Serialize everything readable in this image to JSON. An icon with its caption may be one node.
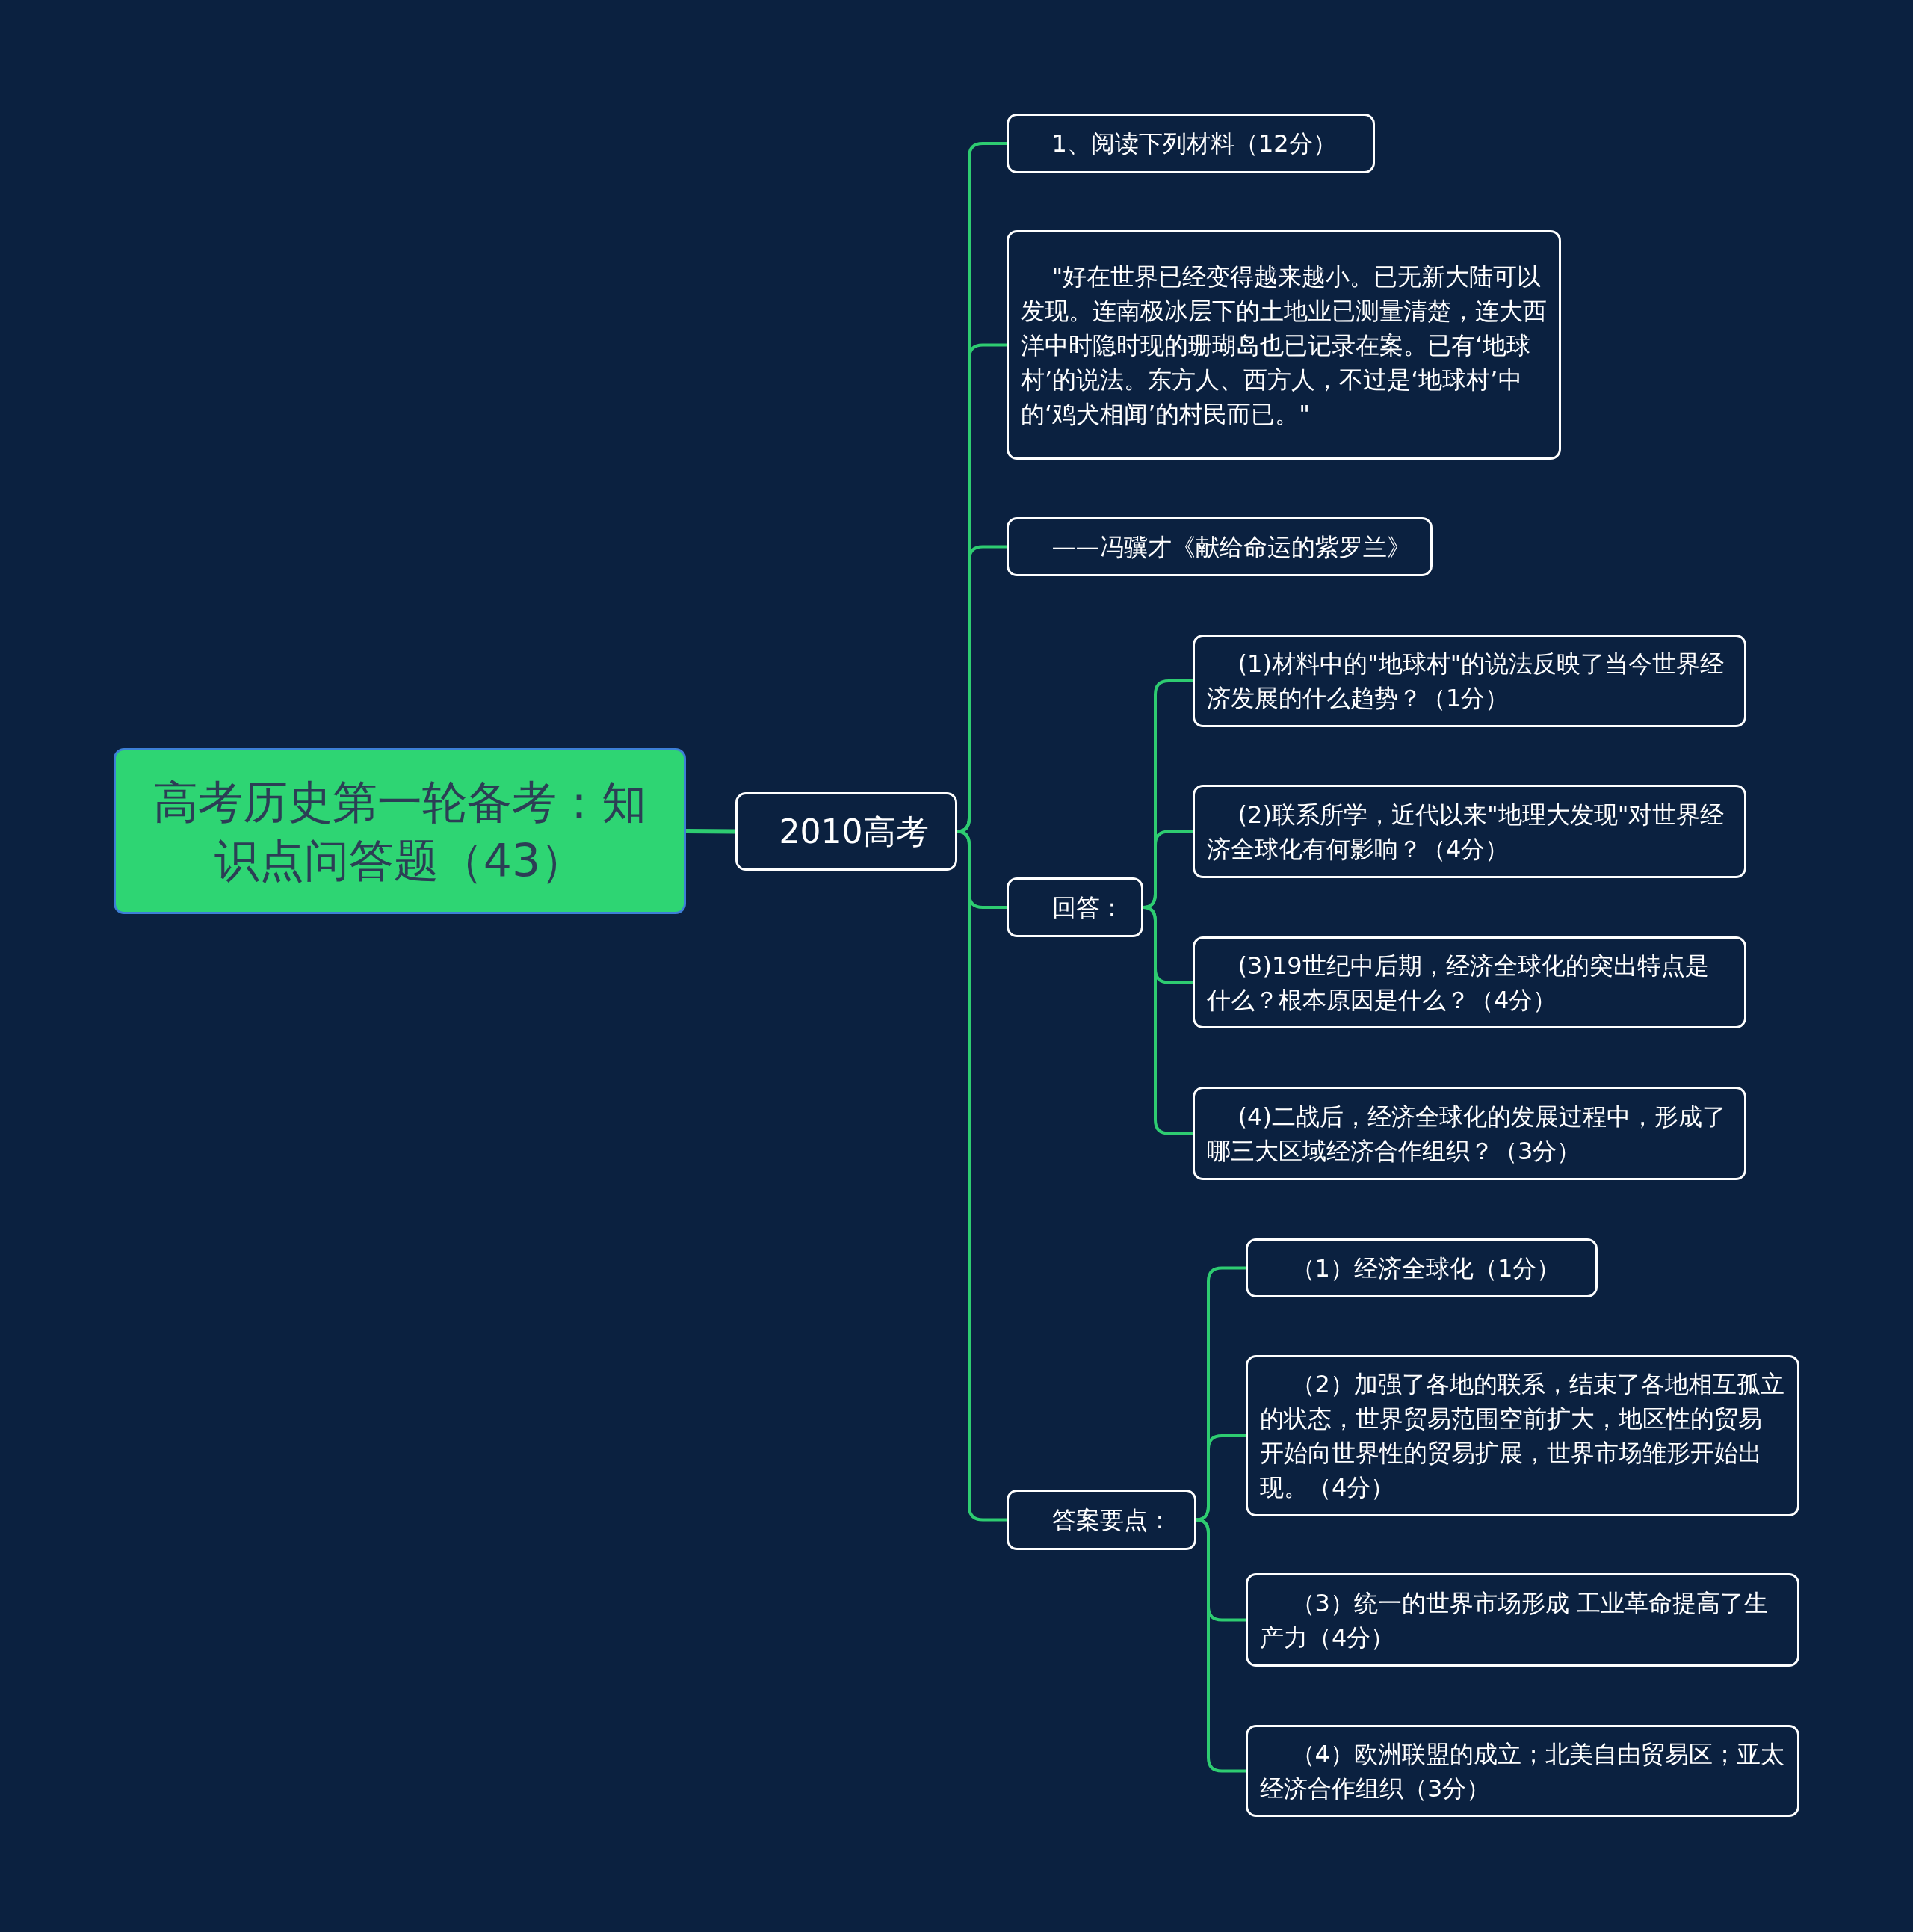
{
  "diagram": {
    "nodes": [
      {
        "text": [
          "高考历史第一轮备考：知识点问答题（43）"
        ]
      },
      {
        "text": [
          "2010高考"
        ]
      },
      {
        "text": [
          "1、阅读下列材料（12分）"
        ]
      },
      {
        "text": [
          "\"好在世界已经变得越来越小。已无新大陆可以发现。连南极冰层下的土地业已测量清楚，连大西洋中时隐时现的珊瑚岛也已记录在案。已有‘地球村’的说法。东方人、西方人，不过是‘地球村’中的‘鸡犬相闻’的村民而已。\""
        ]
      },
      {
        "text": [
          "——冯骥才《献给命运的紫罗兰》"
        ]
      },
      {
        "text": [
          "回答："
        ]
      },
      {
        "text": [
          "(1)材料中的\"地球村\"的说法反映了当今世界经济发展的什么趋势？（1分）"
        ]
      },
      {
        "text": [
          "(2)联系所学，近代以来\"地理大发现\"对世界经济全球化有何影响？（4分）"
        ]
      },
      {
        "text": [
          "(3)19世纪中后期，经济全球化的突出特点是什么？根本原因是什么？（4分）"
        ]
      },
      {
        "text": [
          "(4)二战后，经济全球化的发展过程中，形成了哪三大区域经济合作组织？（3分）"
        ]
      },
      {
        "text": [
          "答案要点："
        ]
      },
      {
        "text": [
          "（1）经济全球化（1分）"
        ]
      },
      {
        "text": [
          "（2）加强了各地的联系，结束了各地相互孤立的状态，世界贸易范围空前扩大，地区性的贸易开始向世界性的贸易扩展，世界市场雏形开始出现。（4分）"
        ]
      },
      {
        "text": [
          "（3）统一的世界市场形成 工业革命提高了生产力（4分）"
        ]
      },
      {
        "text": [
          "（4）欧洲联盟的成立；北美自由贸易区；亚太经济合作组织（3分）"
        ]
      }
    ],
    "edges": [
      {
        "from": 0,
        "to": 1,
        "arrow": "none"
      },
      {
        "from": 1,
        "to": 2,
        "arrow": "none"
      },
      {
        "from": 1,
        "to": 3,
        "arrow": "none"
      },
      {
        "from": 1,
        "to": 4,
        "arrow": "none"
      },
      {
        "from": 1,
        "to": 5,
        "arrow": "none"
      },
      {
        "from": 1,
        "to": 10,
        "arrow": "none"
      },
      {
        "from": 5,
        "to": 6,
        "arrow": "none"
      },
      {
        "from": 5,
        "to": 7,
        "arrow": "none"
      },
      {
        "from": 5,
        "to": 8,
        "arrow": "none"
      },
      {
        "from": 5,
        "to": 9,
        "arrow": "none"
      },
      {
        "from": 10,
        "to": 11,
        "arrow": "none"
      },
      {
        "from": 10,
        "to": 12,
        "arrow": "none"
      },
      {
        "from": 10,
        "to": 13,
        "arrow": "none"
      },
      {
        "from": 10,
        "to": 14,
        "arrow": "none"
      }
    ]
  }
}
